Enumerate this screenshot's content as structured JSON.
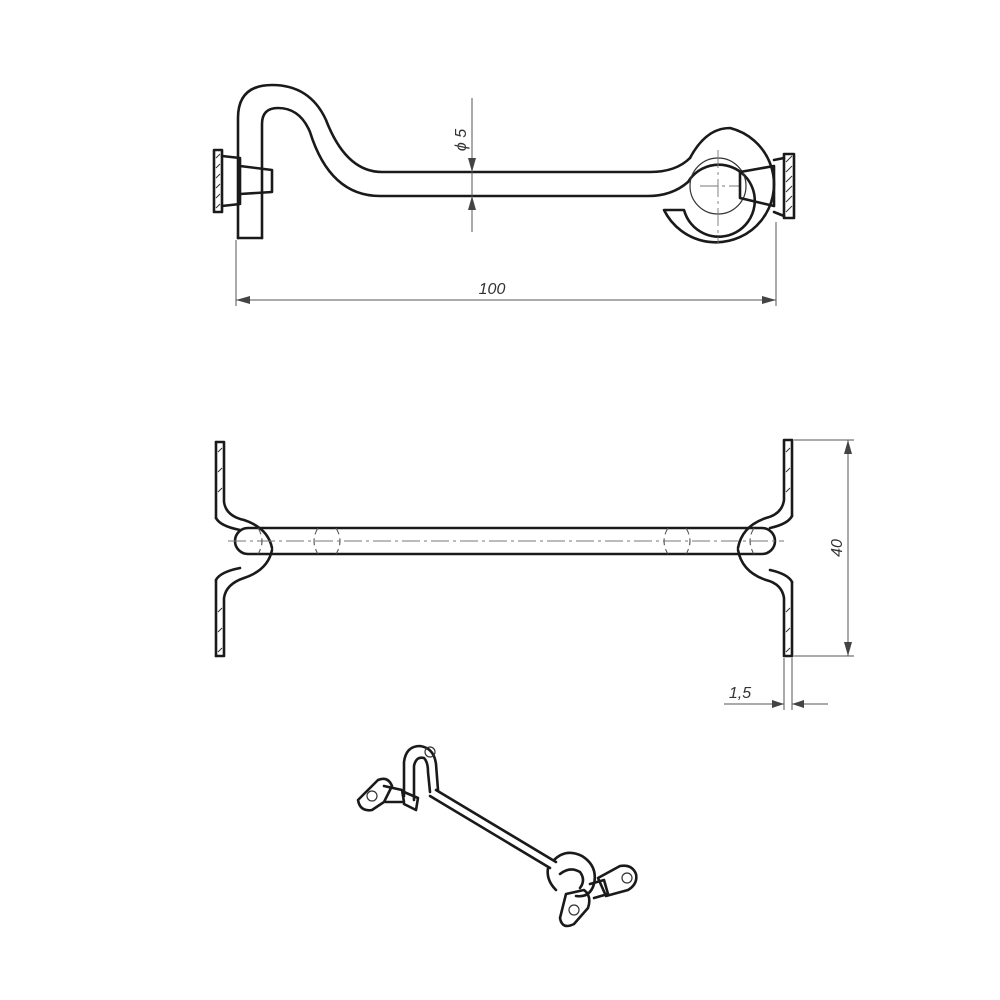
{
  "drawing": {
    "dimensions": {
      "length": "100",
      "diameter": "ϕ 5",
      "width": "40",
      "thickness": "1,5"
    },
    "colors": {
      "line": "#1a1a1a",
      "dimension": "#555555",
      "background": "#ffffff"
    }
  }
}
